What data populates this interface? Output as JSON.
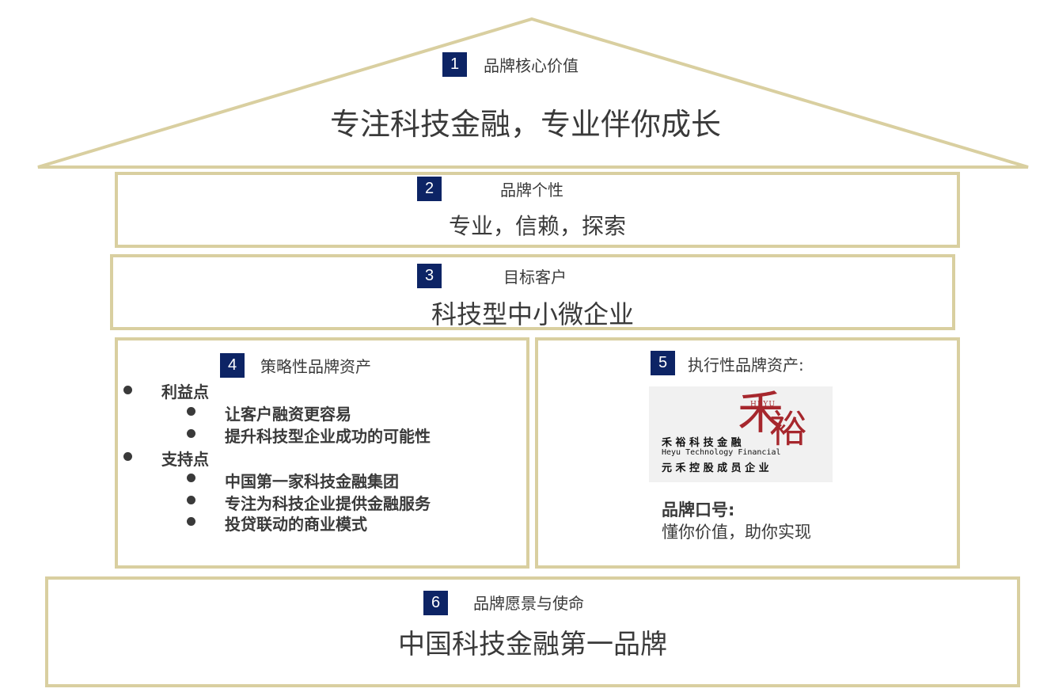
{
  "colors": {
    "frame": "#d9cfa0",
    "badge": "#0d2465",
    "text": "#3a3a3a",
    "logo_red": "#a6272d"
  },
  "roof": {
    "num": "1",
    "heading": "品牌核心价值",
    "text": "专注科技金融，专业伴你成长"
  },
  "personality": {
    "num": "2",
    "heading": "品牌个性",
    "text": "专业，信赖，探索"
  },
  "target": {
    "num": "3",
    "heading": "目标客户",
    "text": "科技型中小微企业"
  },
  "strategic": {
    "num": "4",
    "heading": "策略性品牌资产",
    "groups": [
      {
        "label": "利益点",
        "items": [
          "让客户融资更容易",
          "提升科技型企业成功的可能性"
        ]
      },
      {
        "label": "支持点",
        "items": [
          "中国第一家科技金融集团",
          "专注为科技企业提供金融服务",
          "投贷联动的商业模式"
        ]
      }
    ]
  },
  "executional": {
    "num": "5",
    "heading": "执行性品牌资产:",
    "logo": {
      "char1": "禾",
      "char2": "裕",
      "pinyin": "HEYU",
      "cn_name": "禾 裕 科 技 金 融",
      "en_name": "Heyu Technology Financial",
      "member": "元 禾 控 股 成 员 企 业"
    },
    "slogan_label": "品牌口号:",
    "slogan": "懂你价值，助你实现"
  },
  "vision": {
    "num": "6",
    "heading": "品牌愿景与使命",
    "text": "中国科技金融第一品牌"
  }
}
